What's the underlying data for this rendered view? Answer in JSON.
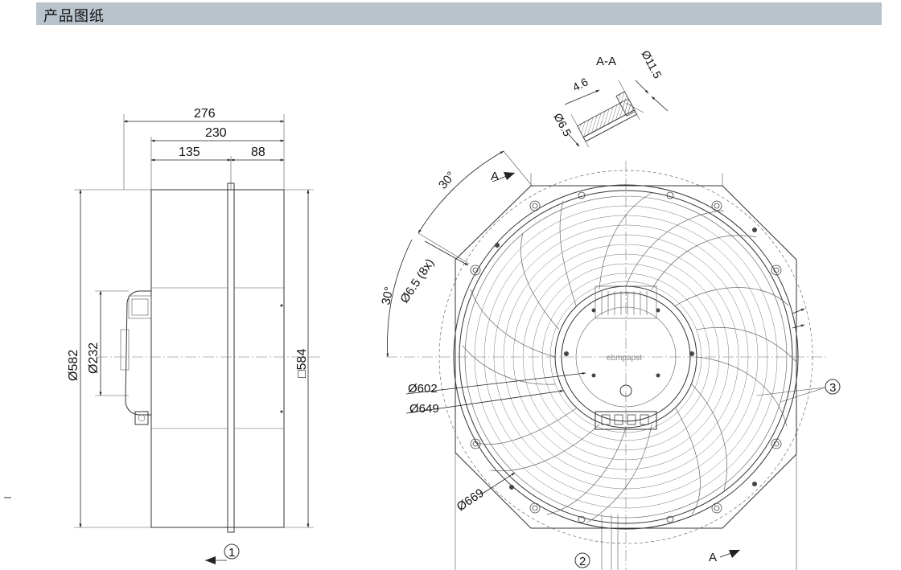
{
  "header": {
    "title": "产品图纸"
  },
  "side_view": {
    "dims": {
      "d276": "276",
      "d230": "230",
      "d135": "135",
      "d88": "88",
      "dia582": "Ø582",
      "dia232": "Ø232",
      "sq584": "□584"
    },
    "callout_1": "1"
  },
  "section_aa": {
    "label": "A-A",
    "d46": "4.6",
    "dia115": "Ø11.5",
    "dia65": "Ø6.5"
  },
  "front_view": {
    "section_label": "A",
    "angle_top": "30°",
    "angle_left": "30°",
    "holes": "Ø6.5 (8x)",
    "dia602": "Ø602",
    "dia649": "Ø649",
    "dia669": "Ø669",
    "brand": "ebmpapst",
    "callout_2": "2",
    "callout_3": "3"
  }
}
